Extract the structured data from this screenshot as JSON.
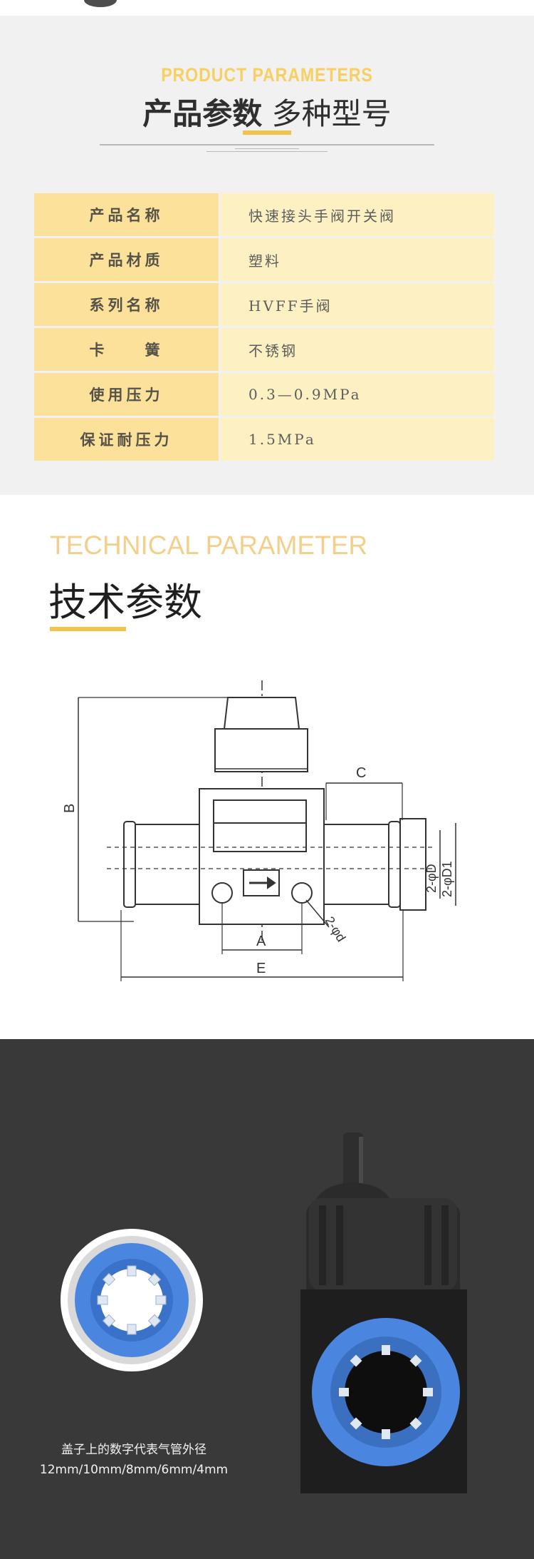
{
  "params_section": {
    "title_en": "PRODUCT  PARAMETERS",
    "title_cn_bold": "产品参数",
    "title_cn_light": "多种型号",
    "rows": [
      {
        "key": "产品名称",
        "value": "快速接头手阀开关阀"
      },
      {
        "key": "产品材质",
        "value": "塑料"
      },
      {
        "key": "系列名称",
        "value": "HVFF手阀"
      },
      {
        "key": "卡　　簧",
        "value": "不锈钢"
      },
      {
        "key": "使用压力",
        "value": "0.3—0.9MPa"
      },
      {
        "key": "保证耐压力",
        "value": "1.5MPa"
      }
    ]
  },
  "tech_section": {
    "title_en": "TECHNICAL PARAMETER",
    "title_cn": "技术参数",
    "diagram_labels": {
      "b": "B",
      "c": "C",
      "a": "A",
      "e": "E",
      "d": "2-φD",
      "d1": "2-φD1",
      "small_d": "2-φd"
    }
  },
  "photo_section": {
    "caption_line1": "盖子上的数字代表气管外径",
    "caption_line2": "12mm/10mm/8mm/6mm/4mm"
  },
  "colors": {
    "gold": "#f1c34a",
    "key_cell": "#fbe19a",
    "value_cell": "#fdf0c2",
    "dark_bg": "#393939",
    "connector_blue": "#4a86e0"
  }
}
